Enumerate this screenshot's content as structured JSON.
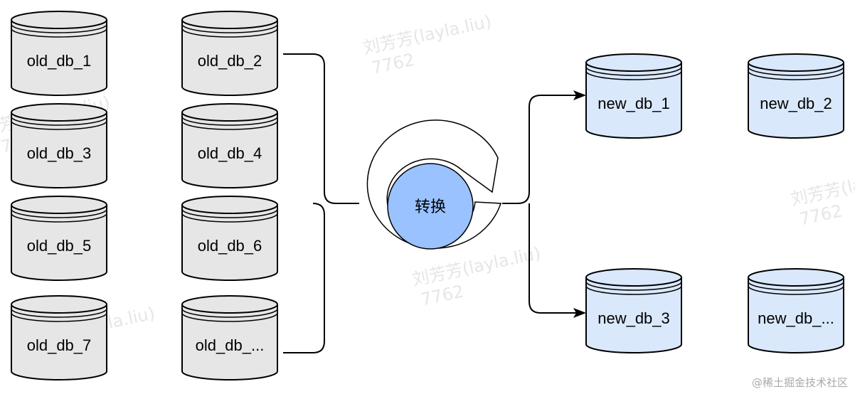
{
  "old_dbs": [
    "old_db_1",
    "old_db_2",
    "old_db_3",
    "old_db_4",
    "old_db_5",
    "old_db_6",
    "old_db_7",
    "old_db_..."
  ],
  "transform_label": "转换",
  "new_dbs": [
    "new_db_1",
    "new_db_2",
    "new_db_3",
    "new_db_..."
  ],
  "watermark_line1": "刘芳芳(layla.liu)",
  "watermark_line2": "7762",
  "footer": "@稀土掘金技术社区",
  "colors": {
    "old_fill": "#e6e6e6",
    "new_fill": "#dae8fc",
    "center_fill": "#99c2ff",
    "stroke": "#000000"
  }
}
